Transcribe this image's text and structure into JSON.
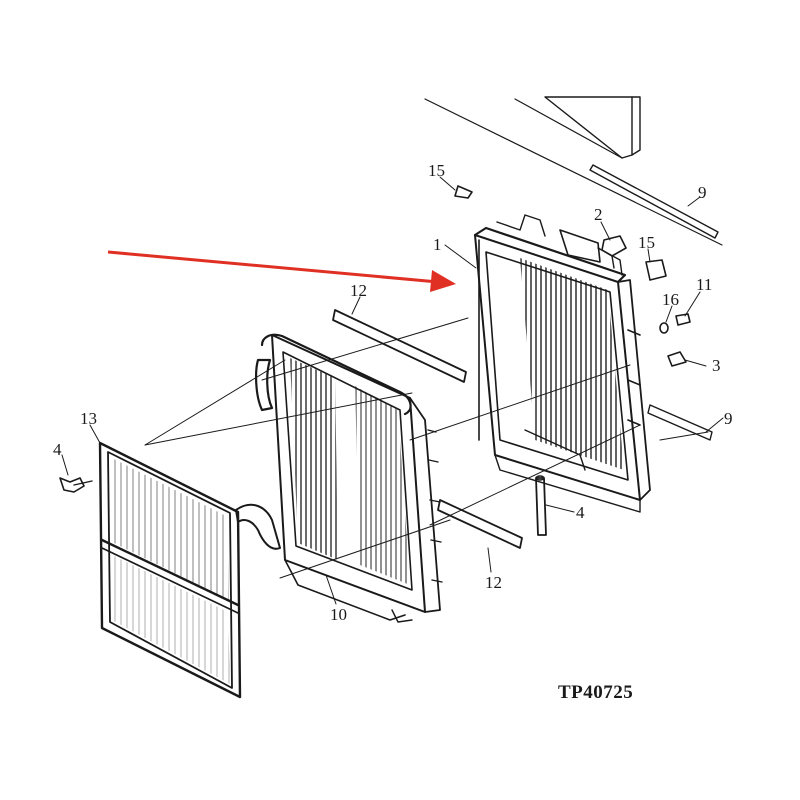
{
  "diagram": {
    "drawing_code": "TP40725",
    "callouts": {
      "c1": "1",
      "c2": "2",
      "c3": "3",
      "c4a": "4",
      "c4b": "4",
      "c9a": "9",
      "c9b": "9",
      "c10": "10",
      "c11": "11",
      "c12a": "12",
      "c12b": "12",
      "c13": "13",
      "c15a": "15",
      "c15b": "15",
      "c16": "16"
    },
    "highlight_color": "#e03024",
    "ink_color": "#1a1a1a"
  }
}
